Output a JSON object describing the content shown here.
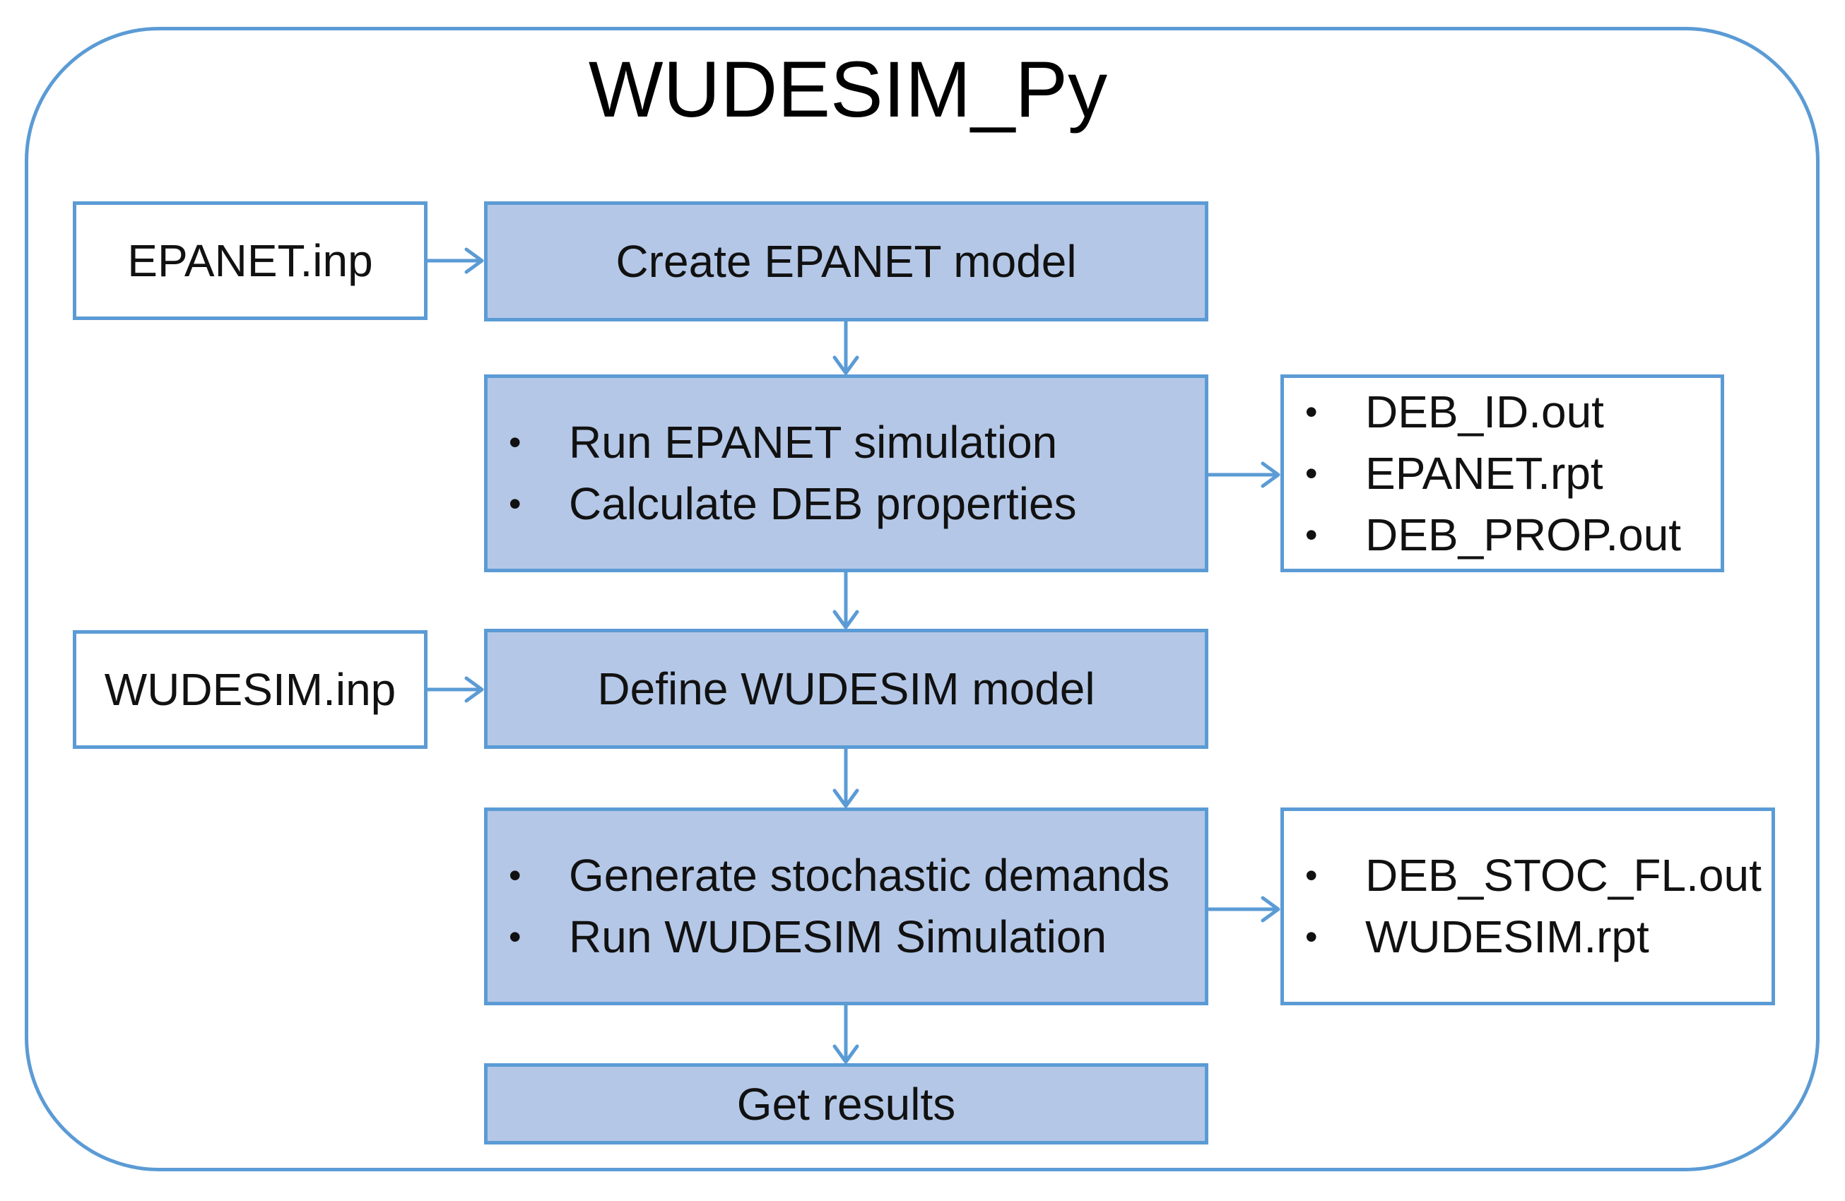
{
  "title": "WUDESIM_Py",
  "colors": {
    "accent_border": "#5b9bd5",
    "process_fill": "#b4c7e7"
  },
  "inputs": {
    "epanet_inp": "EPANET.inp",
    "wudesim_inp": "WUDESIM.inp"
  },
  "steps": {
    "create_model": "Create EPANET model",
    "run_epanet": [
      "Run EPANET simulation",
      "Calculate DEB properties"
    ],
    "define_model": "Define WUDESIM model",
    "run_wudesim": [
      "Generate stochastic demands",
      "Run WUDESIM Simulation"
    ],
    "get_results": "Get results"
  },
  "outputs": {
    "epanet_outputs": [
      "DEB_ID.out",
      "EPANET.rpt",
      "DEB_PROP.out"
    ],
    "wudesim_outputs": [
      "DEB_STOC_FL.out",
      "WUDESIM.rpt"
    ]
  }
}
